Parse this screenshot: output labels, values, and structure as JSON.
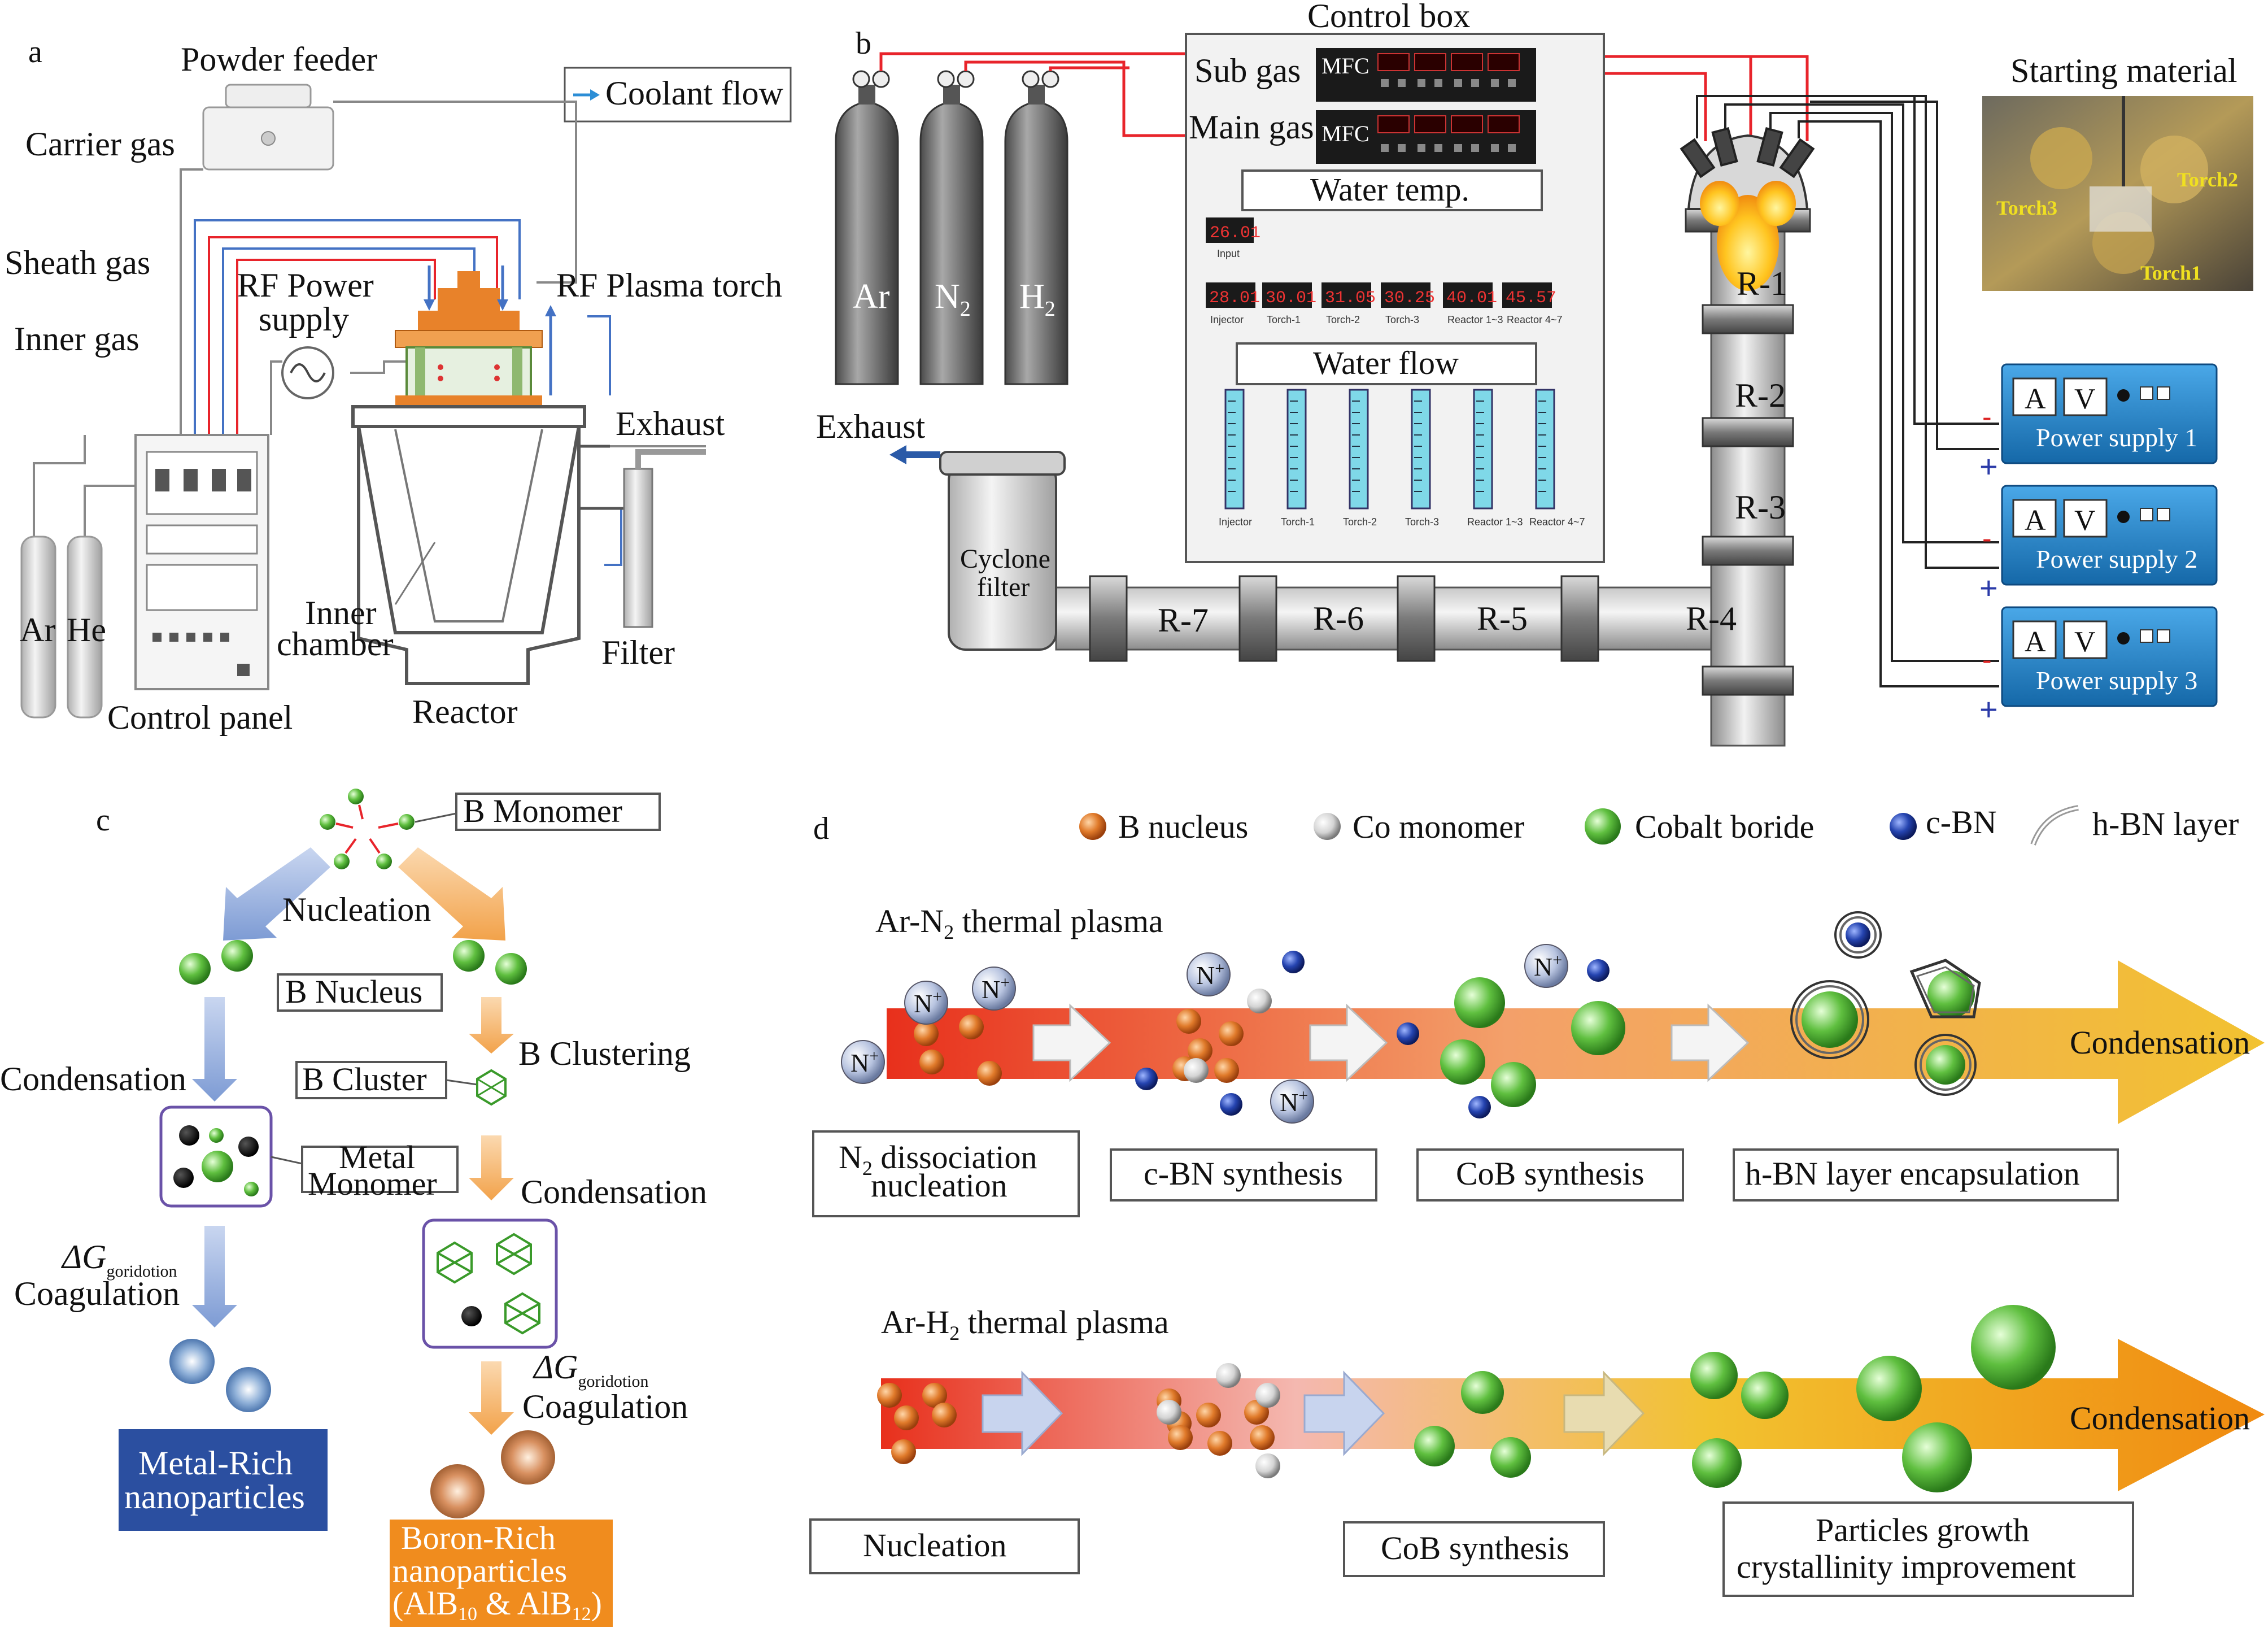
{
  "panel_a": {
    "letter": "a",
    "powder_feeder": "Powder feeder",
    "carrier_gas": "Carrier gas",
    "sheath_gas": "Sheath gas",
    "inner_gas": "Inner gas",
    "rf_power_line1": "RF Power",
    "rf_power_line2": "supply",
    "rf_plasma_torch": "RF Plasma torch",
    "coolant_flow": "Coolant flow",
    "exhaust": "Exhaust",
    "inner_chamber_line1": "Inner",
    "inner_chamber_line2": "chamber",
    "filter": "Filter",
    "reactor": "Reactor",
    "control_panel": "Control panel",
    "gas_ar": "Ar",
    "gas_he": "He"
  },
  "panel_b": {
    "letter": "b",
    "control_box": "Control box",
    "sub_gas": "Sub gas",
    "main_gas": "Main gas",
    "mfc": "MFC",
    "water_temp": "Water temp.",
    "water_flow": "Water flow",
    "input_value": "26.01",
    "input_label": "Input",
    "temp_readings": [
      {
        "value": "28.01",
        "label": "Injector"
      },
      {
        "value": "30.01",
        "label": "Torch-1"
      },
      {
        "value": "31.05",
        "label": "Torch-2"
      },
      {
        "value": "30.25",
        "label": "Torch-3"
      },
      {
        "value": "40.01",
        "label": "Reactor 1~3"
      },
      {
        "value": "45.57",
        "label": "Reactor 4~7"
      }
    ],
    "flow_labels": [
      "Injector",
      "Torch-1",
      "Torch-2",
      "Torch-3",
      "Reactor 1~3",
      "Reactor 4~7"
    ],
    "gas_ar": "Ar",
    "gas_n2": "N",
    "gas_h2": "H",
    "sub2": "2",
    "exhaust": "Exhaust",
    "cyclone_line1": "Cyclone",
    "cyclone_line2": "filter",
    "reactors": [
      "R-1",
      "R-2",
      "R-3",
      "R-4",
      "R-5",
      "R-6",
      "R-7"
    ],
    "starting_material": "Starting material",
    "torch_labels": [
      "Torch3",
      "Torch2",
      "Torch1"
    ],
    "power_supplies": [
      "Power supply 1",
      "Power supply 2",
      "Power supply 3"
    ],
    "meter_a": "A",
    "meter_v": "V",
    "minus": "-",
    "plus": "+"
  },
  "panel_c": {
    "letter": "c",
    "b_monomer": "B Monomer",
    "nucleation": "Nucleation",
    "b_nucleus": "B Nucleus",
    "b_clustering": "B Clustering",
    "b_cluster": "B Cluster",
    "condensation_left": "Condensation",
    "condensation_right": "Condensation",
    "metal_monomer_line1": "Metal",
    "metal_monomer_line2": "Monomer",
    "delta_g": "ΔG",
    "delta_g_sub": "goridotion",
    "coagulation": "Coagulation",
    "metal_rich_line1": "Metal-Rich",
    "metal_rich_line2": "nanoparticles",
    "boron_rich_line1": "Boron-Rich",
    "boron_rich_line2": "nanoparticles",
    "boron_rich_line3": "(AlB",
    "alb_sub1": "10",
    "alb_amp": " & AlB",
    "alb_sub2": "12",
    "alb_close": ")"
  },
  "panel_d": {
    "letter": "d",
    "legend": {
      "b_nucleus": "B nucleus",
      "co_monomer": "Co monomer",
      "cobalt_boride": "Cobalt boride",
      "c_bn": "c-BN",
      "h_bn": "h-BN layer"
    },
    "row1_title_a": "Ar-N",
    "row1_title_sub": "2",
    "row1_title_b": " thermal plasma",
    "row2_title_a": "Ar-H",
    "row2_title_sub": "2",
    "row2_title_b": " thermal plasma",
    "condensation": "Condensation",
    "n_plus": "N",
    "plus_sign": "+",
    "row1_boxes": {
      "n2_line1_a": "N",
      "n2_line1_sub": "2",
      "n2_line1_b": " dissociation",
      "n2_line2": "nucleation",
      "cbn": "c-BN synthesis",
      "cob": "CoB synthesis",
      "hbn": "h-BN layer encapsulation"
    },
    "row2_boxes": {
      "nucleation": "Nucleation",
      "cob": "CoB synthesis",
      "growth_line1": "Particles growth",
      "growth_line2": "crystallinity improvement"
    }
  },
  "colors": {
    "red_line": "#e8242b",
    "blue_line": "#4472c4",
    "orange_torch": "#e8822a",
    "power_blue": "#1f7fc4",
    "metal_rich_blue": "#2b4fa0",
    "boron_rich_orange": "#f08c1e",
    "b_nucleus_orange": "#d96a1e",
    "cobalt_boride_green": "#4db33a",
    "cbn_blue": "#1b3a9a"
  }
}
